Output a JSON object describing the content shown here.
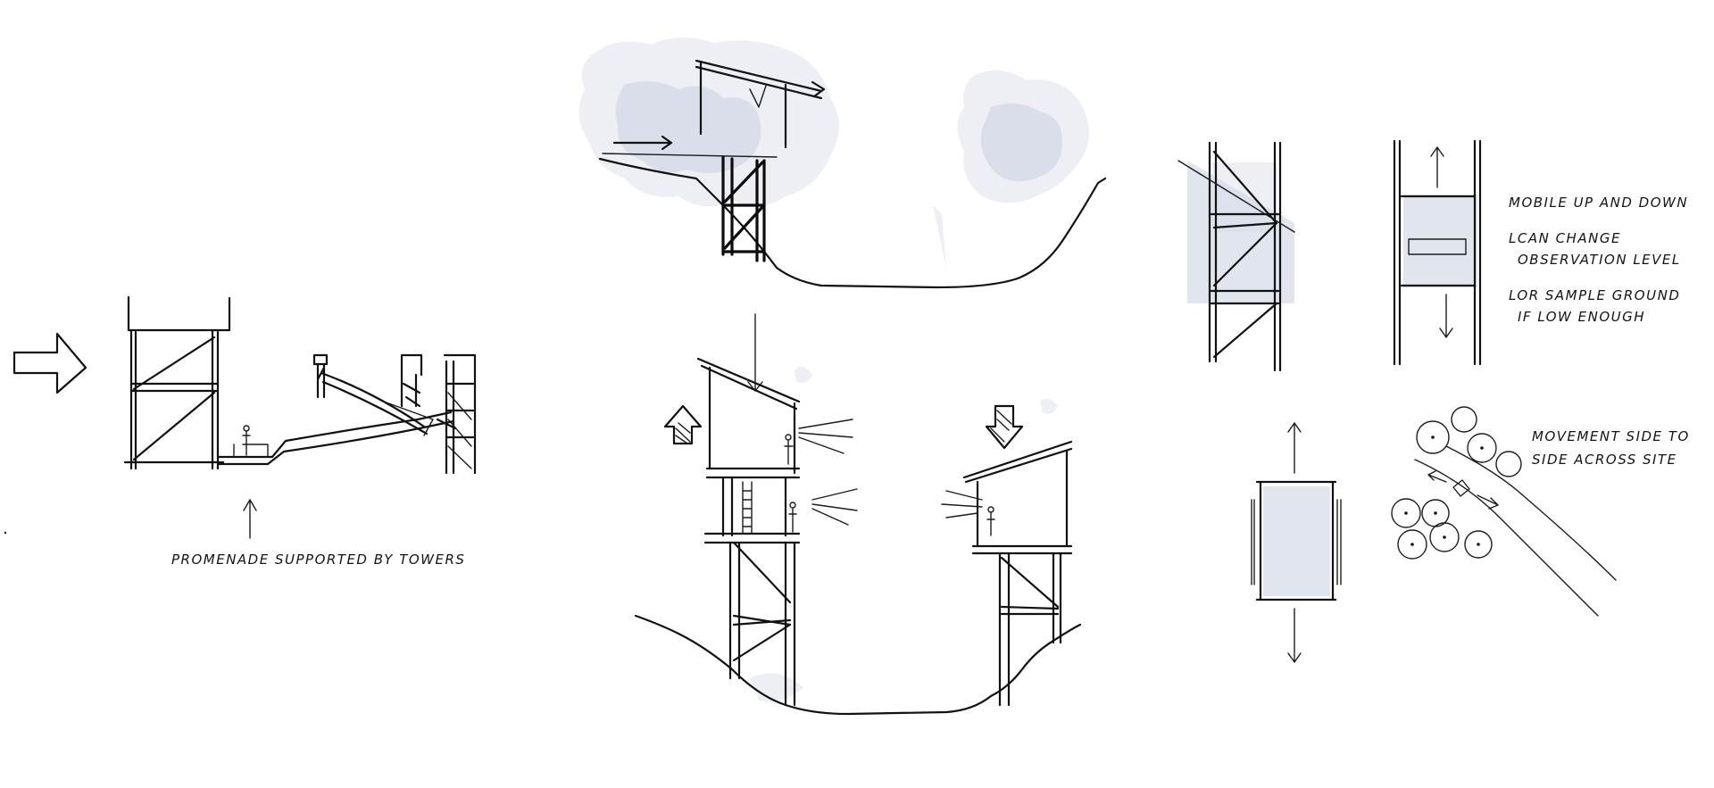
{
  "labels": {
    "promenade": "PROMENADE SUPPORTED BY TOWERS",
    "mobile_1": "MOBILE UP AND DOWN",
    "mobile_2": "LCAN CHANGE",
    "mobile_3": "OBSERVATION LEVEL",
    "mobile_4": "LOR SAMPLE GROUND",
    "mobile_5": "IF LOW ENOUGH",
    "movement_1": "MOVEMENT SIDE TO",
    "movement_2": "SIDE ACROSS SITE"
  },
  "colors": {
    "ink": "#141414",
    "wash": "#c9cfe0"
  }
}
